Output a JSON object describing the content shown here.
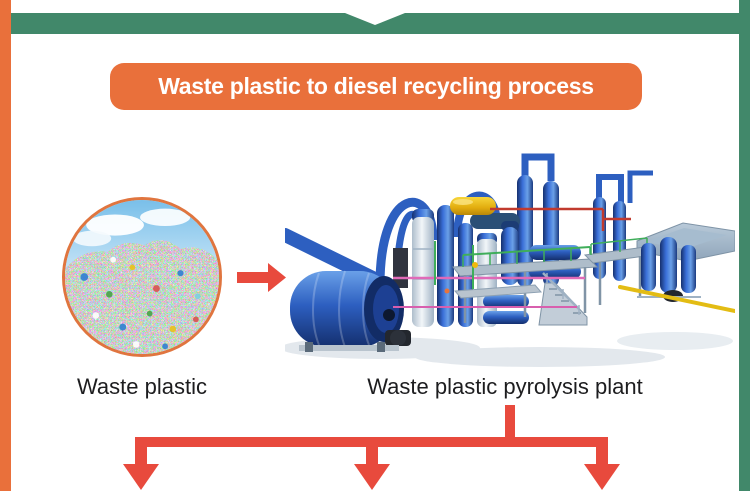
{
  "header": {
    "title": "Waste plastic to diesel recycling process"
  },
  "flow": {
    "source_label": "Waste plastic",
    "plant_label": "Waste plastic pyrolysis plant"
  },
  "icons": {
    "flow_arrow": "right-arrow",
    "branch_arrows": "three-way-down-branch-arrow",
    "top_notch": "down-chevron-notch"
  },
  "images": {
    "waste_plastic_photo": "circular-photo-waste-plastic-bottle-pile",
    "plant_illustration": "pyrolysis-plant-3d-render"
  },
  "colors": {
    "accent_orange": "#e9703b",
    "accent_green": "#41886a",
    "arrow_red": "#e84a3d",
    "text_dark": "#1d1d1f",
    "background": "#ffffff",
    "machine_blue": "#2d5fc0",
    "tank_yellow": "#eec013"
  }
}
